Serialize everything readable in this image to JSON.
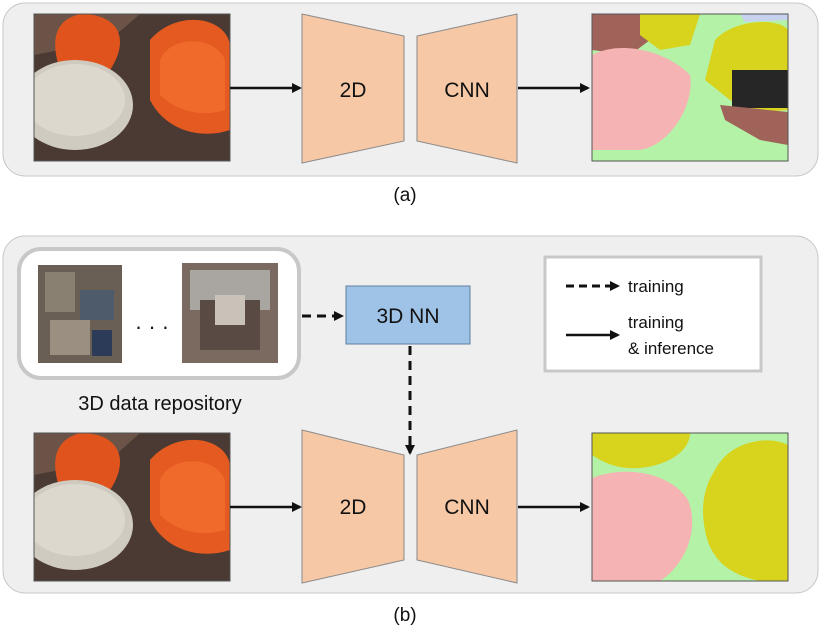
{
  "panel_a": {
    "caption": "(a)",
    "encoder_label": "2D",
    "decoder_label": "CNN"
  },
  "panel_b": {
    "caption": "(b)",
    "encoder_label": "2D",
    "decoder_label": "CNN",
    "repository_label": "3D data repository",
    "repository_ellipsis": "· · ·",
    "nn_label": "3D NN",
    "legend": {
      "training": "training",
      "training_inference_line1": "training",
      "training_inference_line2": "& inference"
    }
  },
  "colors": {
    "panel_bg": "#efefef",
    "panel_border": "#c8c8c8",
    "cnn_fill": "#f6c8a6",
    "cnn_stroke": "#8a8a8a",
    "nn_fill": "#9fc3e6",
    "seg_green": "#b4f2a8",
    "seg_pink": "#f5b3b3",
    "seg_yellow": "#d8d31c",
    "seg_brown": "#a0635a",
    "seg_dark": "#262626",
    "seg_lavender": "#c7d2ef",
    "chair_orange": "#e0531c",
    "table_grey": "#cfcbc1",
    "floor_brown": "#4a3a33"
  }
}
